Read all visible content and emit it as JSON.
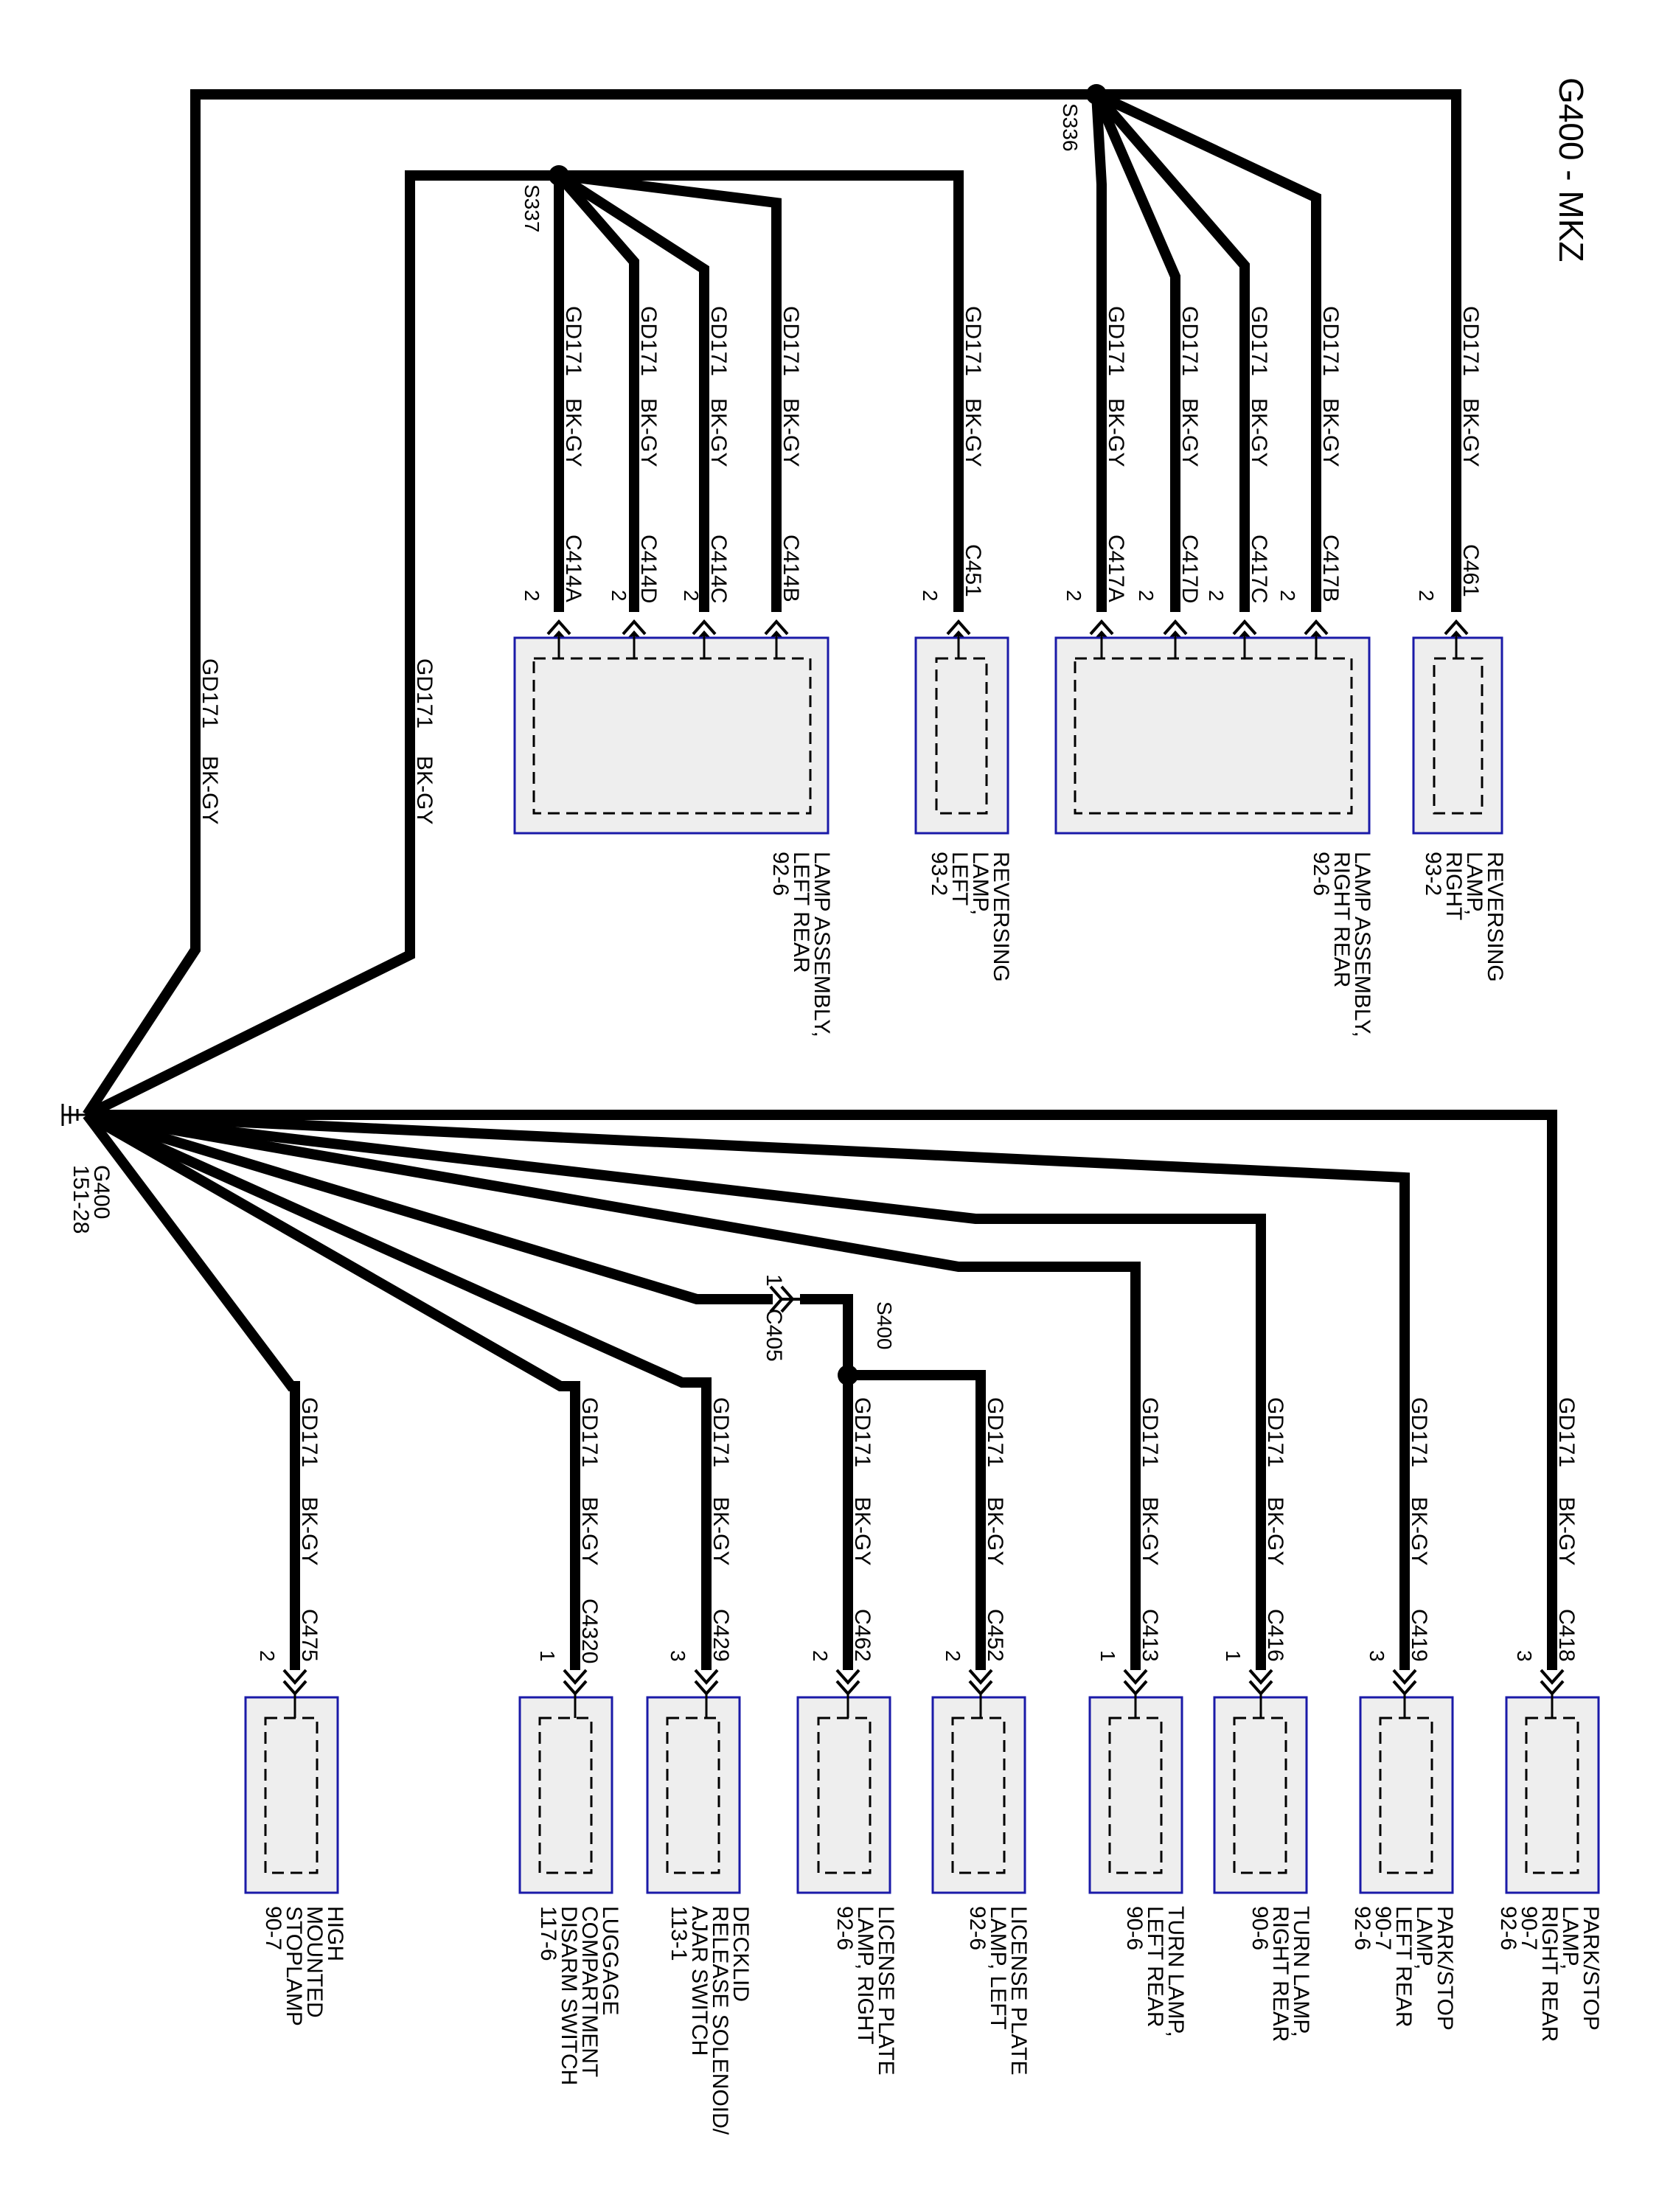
{
  "title": "G400 - MKZ",
  "wire_code": "GD171",
  "wire_color": "BK-GY",
  "ground": {
    "id": "G400",
    "ref": "151-28"
  },
  "splices": {
    "s336": "S336",
    "s337": "S337",
    "s400": "S400"
  },
  "inline_connector": {
    "id": "C405",
    "pin": "1"
  },
  "top_branches": [
    {
      "connector": "C461",
      "pin": "2"
    },
    {
      "connector": "C417B",
      "pin": "2"
    },
    {
      "connector": "C417C",
      "pin": "2"
    },
    {
      "connector": "C417D",
      "pin": "2"
    },
    {
      "connector": "C417A",
      "pin": "2"
    },
    {
      "connector": "C451",
      "pin": "2"
    },
    {
      "connector": "C414B",
      "pin": "2"
    },
    {
      "connector": "C414C",
      "pin": "2"
    },
    {
      "connector": "C414D",
      "pin": "2"
    },
    {
      "connector": "C414A",
      "pin": "2"
    }
  ],
  "top_components": [
    {
      "lines": [
        "REVERSING",
        "LAMP,",
        "RIGHT",
        "93-2"
      ]
    },
    {
      "lines": [
        "LAMP ASSEMBLY,",
        "RIGHT REAR",
        "92-6"
      ]
    },
    {
      "lines": [
        "REVERSING",
        "LAMP,",
        "LEFT",
        "93-2"
      ]
    },
    {
      "lines": [
        "LAMP ASSEMBLY,",
        "LEFT REAR",
        "92-6"
      ]
    }
  ],
  "bottom_branches": [
    {
      "connector": "C418",
      "pin": "3",
      "label": [
        "PARK/STOP",
        "LAMP,",
        "RIGHT REAR",
        "90-7",
        "92-6"
      ]
    },
    {
      "connector": "C419",
      "pin": "3",
      "label": [
        "PARK/STOP",
        "LAMP,",
        "LEFT REAR",
        "90-7",
        "92-6"
      ]
    },
    {
      "connector": "C416",
      "pin": "1",
      "label": [
        "TURN LAMP,",
        "RIGHT REAR",
        "90-6"
      ]
    },
    {
      "connector": "C413",
      "pin": "1",
      "label": [
        "TURN LAMP,",
        "LEFT REAR",
        "90-6"
      ]
    },
    {
      "connector": "C452",
      "pin": "2",
      "label": [
        "LICENSE PLATE",
        "LAMP, LEFT",
        "92-6"
      ]
    },
    {
      "connector": "C462",
      "pin": "2",
      "label": [
        "LICENSE PLATE",
        "LAMP, RIGHT",
        "92-6"
      ]
    },
    {
      "connector": "C429",
      "pin": "3",
      "label": [
        "DECKLID",
        "RELEASE SOLENOID/",
        "AJAR SWITCH",
        "113-1"
      ]
    },
    {
      "connector": "C4320",
      "pin": "1",
      "label": [
        "LUGGAGE",
        "COMPARTMENT",
        "DISARM SWITCH",
        "117-6"
      ]
    },
    {
      "connector": "C475",
      "pin": "2",
      "label": [
        "HIGH",
        "MOUNTED",
        "STOPLAMP",
        "90-7"
      ]
    }
  ]
}
